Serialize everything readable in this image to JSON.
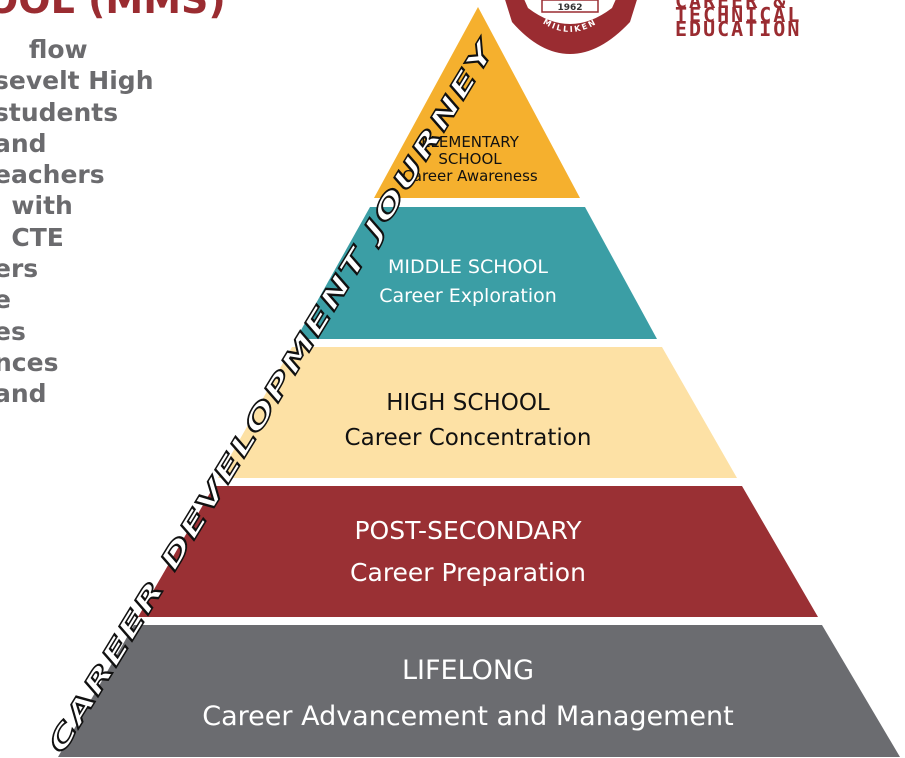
{
  "heading": "OOL (MMS)",
  "left_text_lines": [
    "    flow",
    "sevelt High",
    "students",
    "and",
    "eachers",
    "  with",
    "  CTE",
    "ers",
    "e",
    "es",
    "nces",
    "and"
  ],
  "journey_label": "CAREER DEVELOPMENT JOURNEY",
  "logo": {
    "year": "1962",
    "arc_text": "MILLIKEN",
    "dept_lines": [
      "CAREER &",
      "TECHNICAL",
      "EDUCATION"
    ]
  },
  "pyramid": {
    "tiers": [
      {
        "line1": "ELEMENTARY",
        "line2": "SCHOOL",
        "line3": "Career Awareness",
        "color": "#f5b02e",
        "text_color": "#111111"
      },
      {
        "line1": "MIDDLE SCHOOL",
        "line2": "Career Exploration",
        "color": "#3b9ea5",
        "text_color": "#ffffff"
      },
      {
        "line1": "HIGH SCHOOL",
        "line2": "Career Concentration",
        "color": "#fde1a5",
        "text_color": "#111111"
      },
      {
        "line1": "POST-SECONDARY",
        "line2": "Career Preparation",
        "color": "#9a3034",
        "text_color": "#ffffff"
      },
      {
        "line1": "LIFELONG",
        "line2": "Career Advancement and Management",
        "color": "#6b6c70",
        "text_color": "#ffffff"
      }
    ]
  }
}
